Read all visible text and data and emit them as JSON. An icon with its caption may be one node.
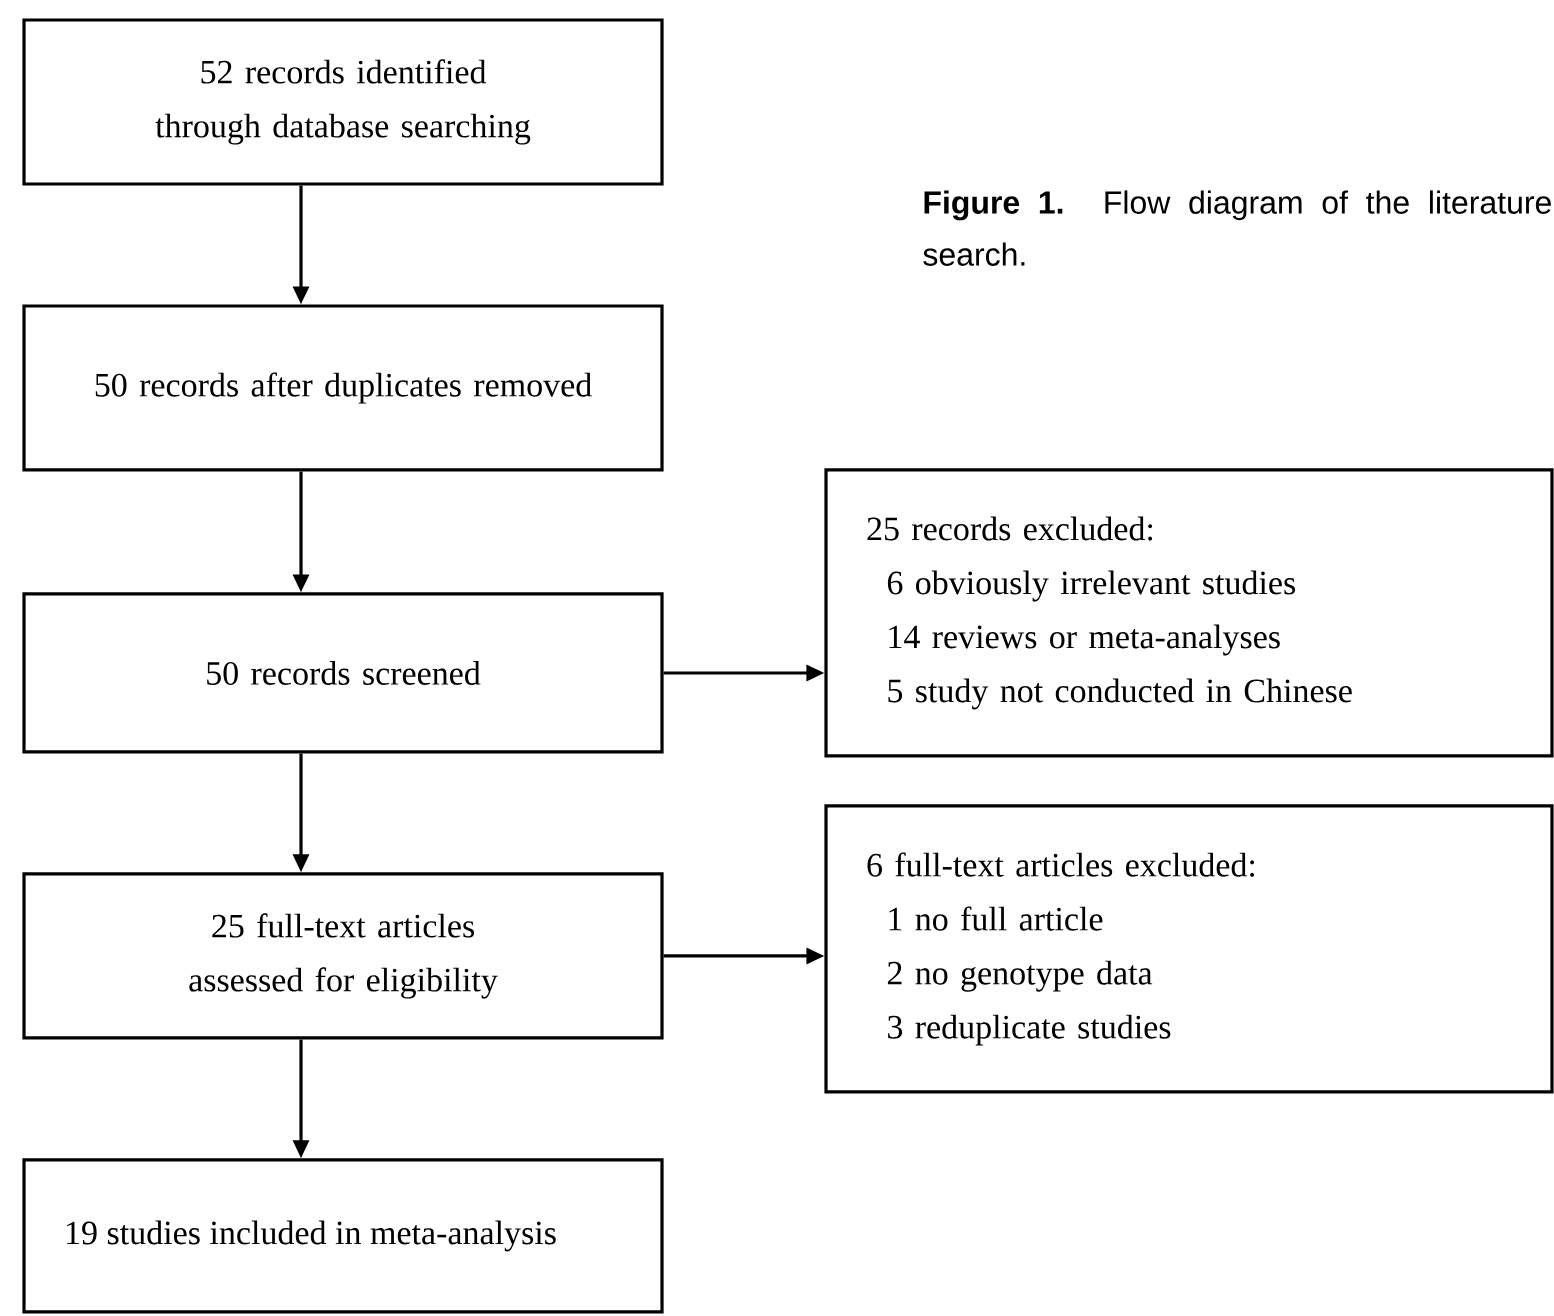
{
  "diagram": {
    "caption": "**Figure 1.** Flow diagram of the literature search.",
    "nodes": [
      {
        "text": [
          "52 records identified through database searching"
        ]
      },
      {
        "text": [
          "50 records after duplicates removed"
        ]
      },
      {
        "text": [
          "50 records screened"
        ]
      },
      {
        "text": [
          "25 records excluded:",
          "6 obviously irrelevant studies",
          "14 reviews or meta-analyses",
          "5 study not conducted in Chinese"
        ]
      },
      {
        "text": [
          "25 full-text articles assessed for eligibility"
        ]
      },
      {
        "text": [
          "6 full-text articles excluded:",
          "1 no full article",
          "2 no genotype data",
          "3 reduplicate studies"
        ]
      },
      {
        "text": [
          "19 studies included in meta-analysis"
        ]
      }
    ],
    "edges": [
      {
        "from": 0,
        "to": 1,
        "arrow": "to"
      },
      {
        "from": 1,
        "to": 2,
        "arrow": "to"
      },
      {
        "from": 2,
        "to": 3,
        "arrow": "to"
      },
      {
        "from": 2,
        "to": 4,
        "arrow": "to"
      },
      {
        "from": 4,
        "to": 5,
        "arrow": "to"
      },
      {
        "from": 4,
        "to": 6,
        "arrow": "to"
      }
    ]
  }
}
